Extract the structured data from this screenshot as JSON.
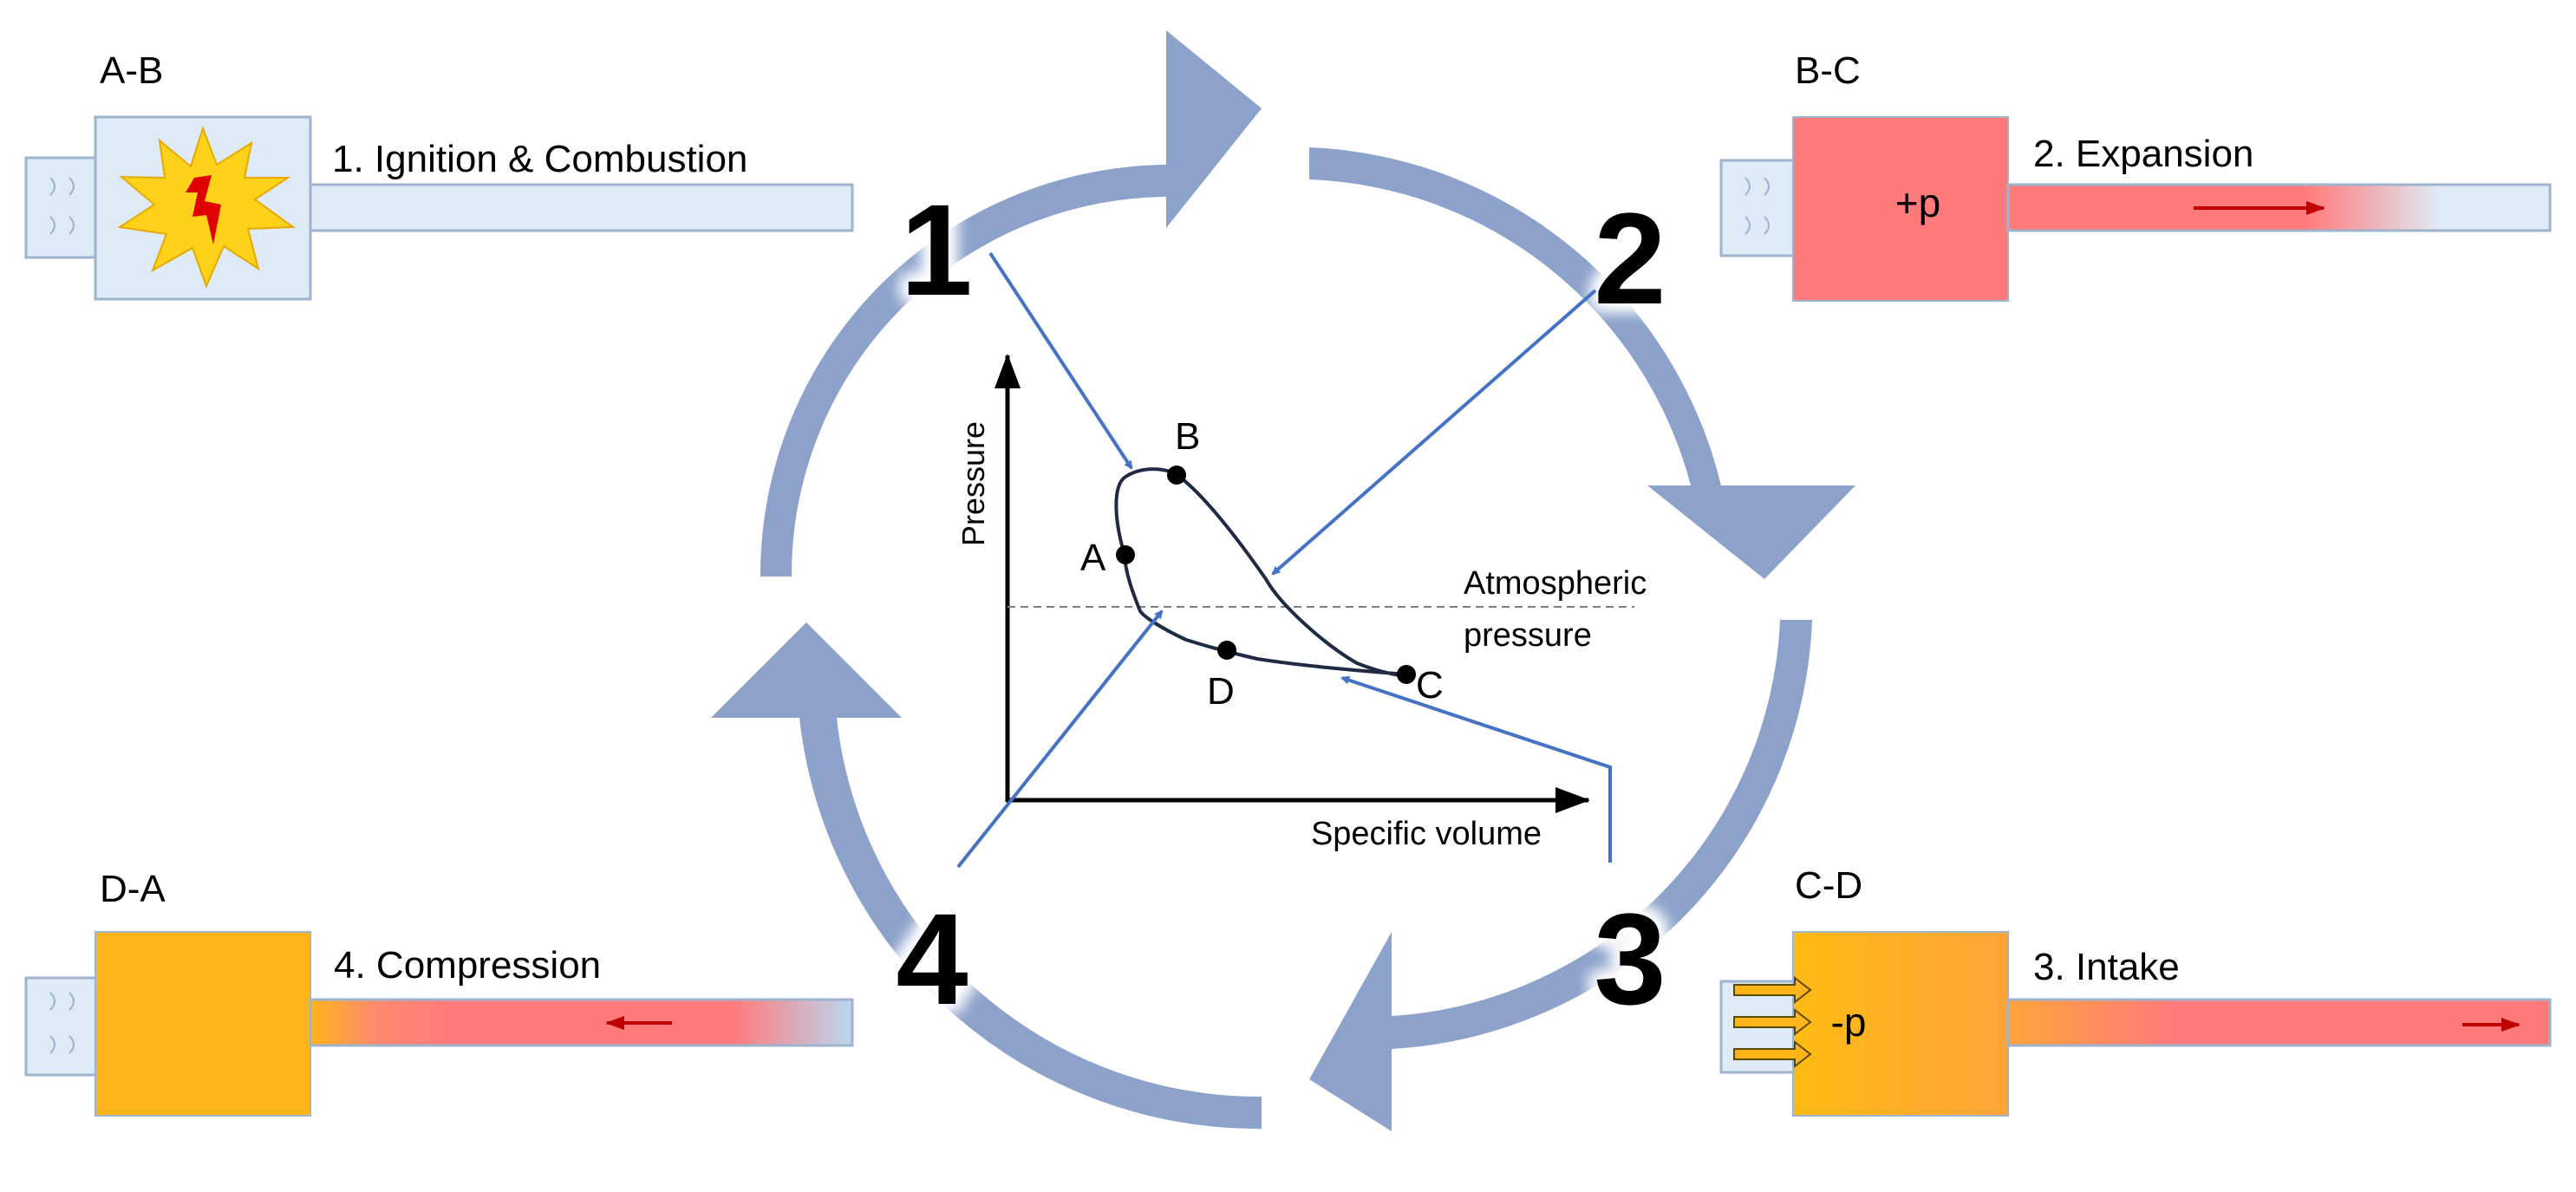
{
  "colors": {
    "ring": "#8DA2CB",
    "light_blue": "#DEEBF7",
    "outline": "#9DB3CE",
    "red": "#FF7B7B",
    "orange": "#FFB41A",
    "arrow_red": "#C00000",
    "line_blue": "#4472C4",
    "curve": "#1F2A44",
    "flame": "#FFD21A",
    "spark": "#E00000"
  },
  "cycle": {
    "step1": "1",
    "step2": "2",
    "step3": "3",
    "step4": "4"
  },
  "stages": {
    "ab": {
      "tag": "A-B",
      "label": "1. Ignition & Combustion",
      "icon": "explosion-icon"
    },
    "bc": {
      "tag": "B-C",
      "label": "2. Expansion",
      "chamber": "+p"
    },
    "cd": {
      "tag": "C-D",
      "label": "3. Intake",
      "chamber": "-p"
    },
    "da": {
      "tag": "D-A",
      "label": "4. Compression"
    }
  },
  "pv": {
    "y_axis": "Pressure",
    "x_axis": "Specific volume",
    "atm_line1": "Atmospheric",
    "atm_line2": "pressure",
    "points": {
      "A": "A",
      "B": "B",
      "C": "C",
      "D": "D"
    }
  }
}
